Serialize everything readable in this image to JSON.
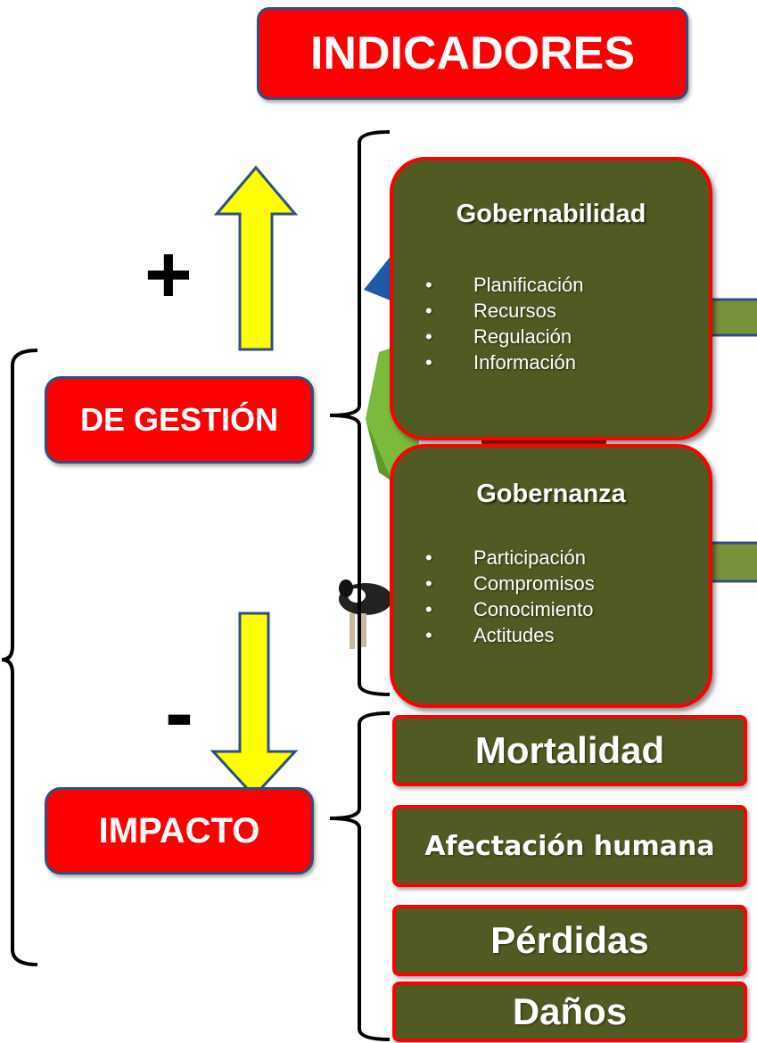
{
  "title": "INDICADORES",
  "plus_sign": "+",
  "minus_sign": "-",
  "gestion_label": "DE GESTIÓN",
  "impacto_label": "IMPACTO",
  "gobernabilidad": {
    "heading": "Gobernabilidad",
    "items": [
      "Planificación",
      "Recursos",
      "Regulación",
      "Información"
    ]
  },
  "gobernanza": {
    "heading": "Gobernanza",
    "items": [
      "Participación",
      "Compromisos",
      "Conocimiento",
      "Actitudes"
    ]
  },
  "impact_items": [
    "Mortalidad",
    "Afectación humana",
    "Pérdidas",
    "Daños"
  ],
  "bullet_glyph": "•",
  "colors": {
    "red": "#ff0000",
    "olive": "#4f5b22",
    "yellow_arrow": "#ffff00",
    "green_arrow": "#76933c",
    "arrow_border": "#2f4f80"
  }
}
